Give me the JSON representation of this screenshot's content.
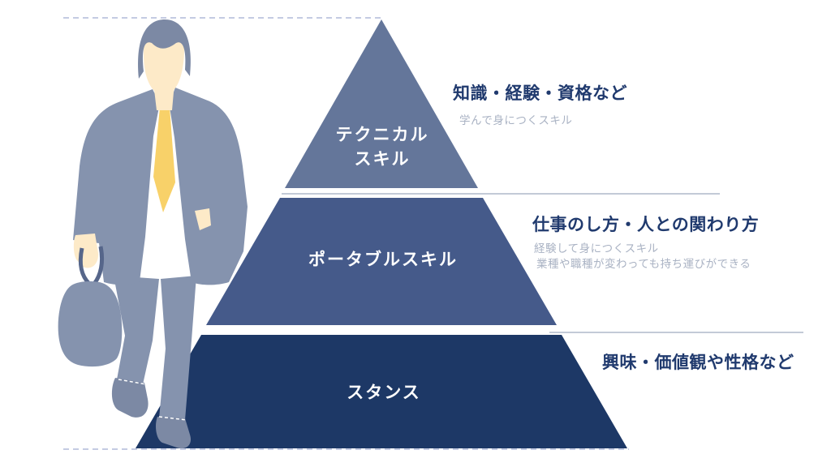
{
  "diagram": {
    "type": "pyramid",
    "levels": [
      {
        "id": "technical-skill",
        "label": "テクニカル\nスキル",
        "color": "#64769a",
        "annotation_title": "知識・経験・資格など",
        "annotation_notes": [
          "学んで身につくスキル"
        ]
      },
      {
        "id": "portable-skill",
        "label": "ポータブルスキル",
        "color": "#455a8a",
        "annotation_title": "仕事のし方・人との関わり方",
        "annotation_notes": [
          "経験して身につくスキル",
          "業種や職種が変わっても持ち運びができる"
        ]
      },
      {
        "id": "stance",
        "label": "スタンス",
        "color": "#1d3866",
        "annotation_title": "興味・価値観や性格など",
        "annotation_notes": []
      }
    ]
  },
  "illustration": {
    "name": "businessman-with-briefcase",
    "colors": {
      "suit": "#8593ae",
      "suit_shade": "#7c89a4",
      "skin": "#fdeac8",
      "tie": "#f8d169",
      "shirt": "#ffffff",
      "hair": "#7c89a4",
      "bag_handle": "#56668a"
    }
  },
  "colors": {
    "background": "#ffffff",
    "headline_text": "#203a6e",
    "note_text": "#a9b2c3",
    "divider_line": "#c3cad7",
    "dashed_guide": "#b0bad8"
  }
}
